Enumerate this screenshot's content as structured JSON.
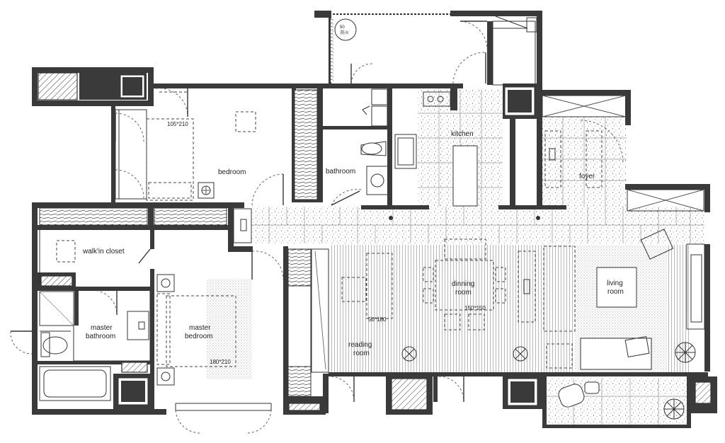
{
  "rooms": {
    "bedroom": "bedroom",
    "bathroom": "bathroom",
    "kitchen": "kitchen",
    "foyer": "foyer",
    "walkin_closet": "walk'in closet",
    "master_bathroom_1": "master",
    "master_bathroom_2": "bathroom",
    "master_bedroom_1": "master",
    "master_bedroom_2": "bedroom",
    "reading_room_1": "reading",
    "reading_room_2": "room",
    "dining_room_1": "dinning",
    "dining_room_2": "room",
    "living_room_1": "living",
    "living_room_2": "room"
  },
  "dimensions": {
    "bedroom_bed": "105*210",
    "master_bed": "180*210",
    "desk": "50*180",
    "dining_table": "150*150"
  },
  "tags": {
    "balcony_sign_1": "50",
    "balcony_sign_2": "防火"
  },
  "colors": {
    "wall": "#3a3a3a",
    "background": "#ffffff"
  }
}
